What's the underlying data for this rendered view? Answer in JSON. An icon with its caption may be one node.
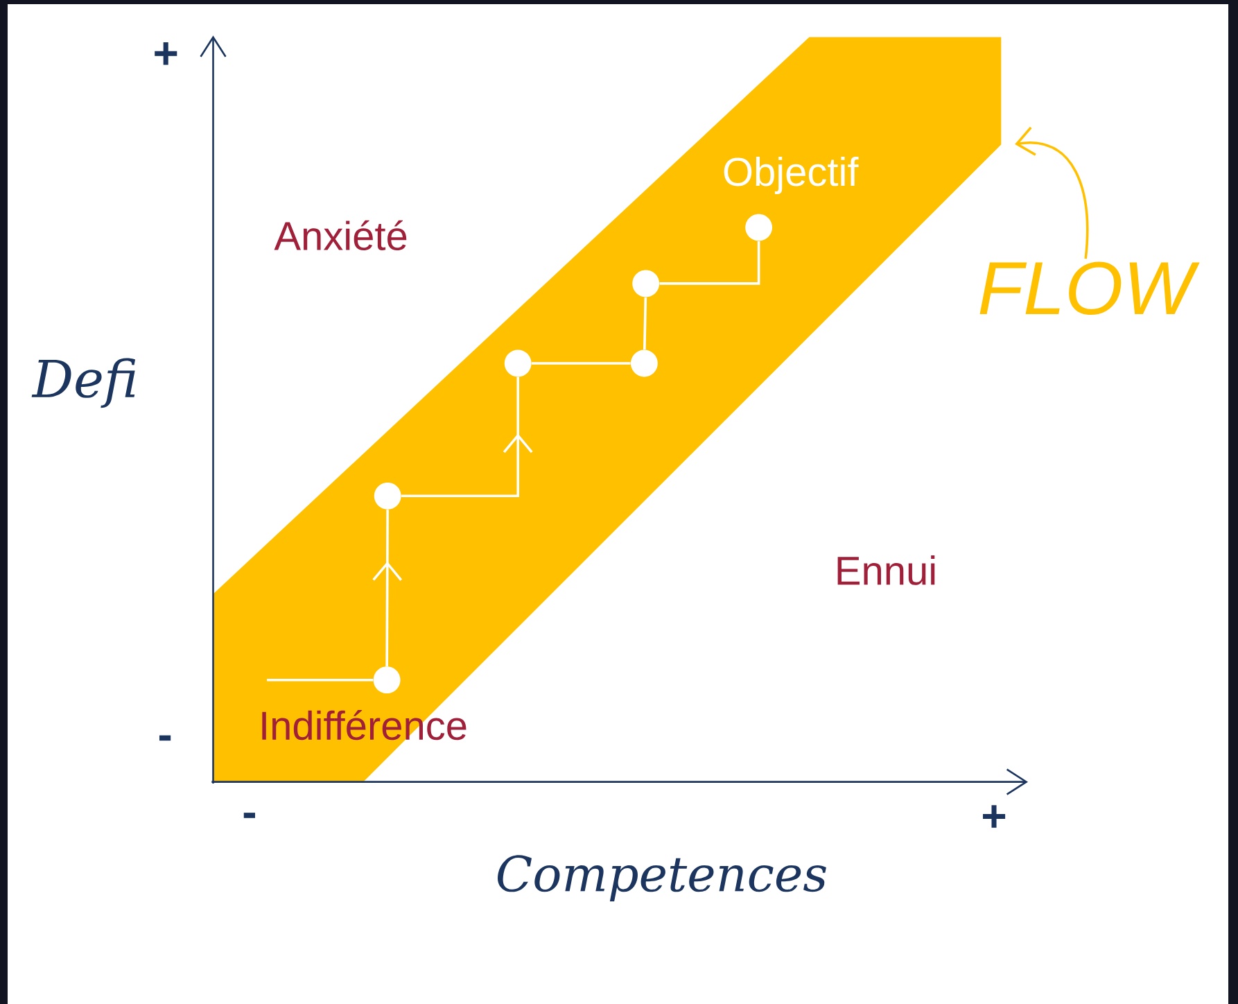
{
  "diagram": {
    "nodes": [
      {
        "text": [],
        "shape": "band"
      },
      {
        "text": [
          "FLOW"
        ]
      },
      {
        "text": [],
        "shape": "circle",
        "in": 0
      },
      {
        "text": [],
        "shape": "circle",
        "in": 0
      },
      {
        "text": [],
        "shape": "circle",
        "in": 0
      },
      {
        "text": [],
        "shape": "circle",
        "in": 0
      },
      {
        "text": [],
        "shape": "circle",
        "in": 0
      },
      {
        "text": [],
        "shape": "circle",
        "in": 0,
        "beside": [
          "Objectif"
        ]
      }
    ],
    "edges": [
      {
        "from": null,
        "to": 2,
        "arrow": "none"
      },
      {
        "from": 2,
        "to": 3,
        "arrow": "to"
      },
      {
        "from": 3,
        "to": 4,
        "arrow": "to"
      },
      {
        "from": 4,
        "to": 5,
        "arrow": "none"
      },
      {
        "from": 5,
        "to": 6,
        "arrow": "none"
      },
      {
        "from": 6,
        "to": 7,
        "arrow": "none"
      },
      {
        "from": 1,
        "to": 0,
        "arrow": "to",
        "color": "#ffc000"
      }
    ],
    "labels": [
      "+",
      "Anxiété",
      "Defi",
      "Ennui",
      "Indifférence",
      "-",
      "-",
      "+",
      "Competences"
    ]
  }
}
